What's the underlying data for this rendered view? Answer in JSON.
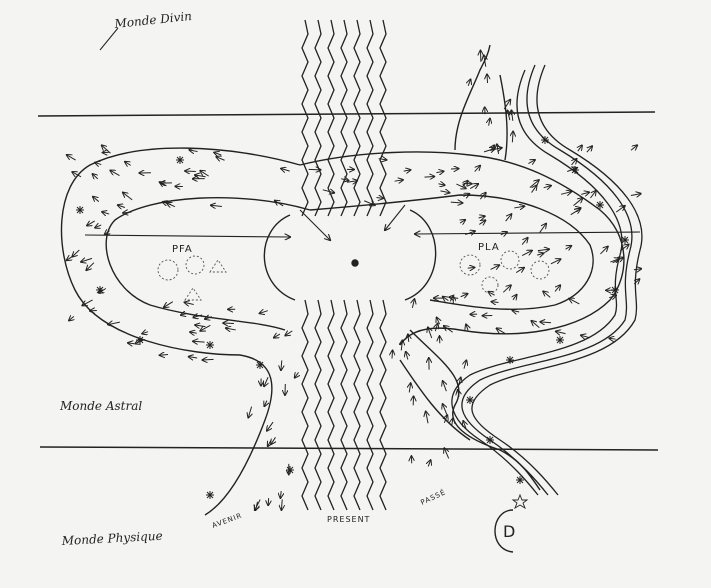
{
  "labels": {
    "monde_divin": "Monde Divin",
    "monde_astral": "Monde Astral",
    "monde_physique": "Monde Physique",
    "present": "PRESENT",
    "avenir": "AVENIR",
    "passe": "PASSÉ",
    "pfa": "PFA",
    "pla": "PLA",
    "d_symbol": "D"
  },
  "colors": {
    "ink": "#222222",
    "paper": "#f4f4f2"
  }
}
